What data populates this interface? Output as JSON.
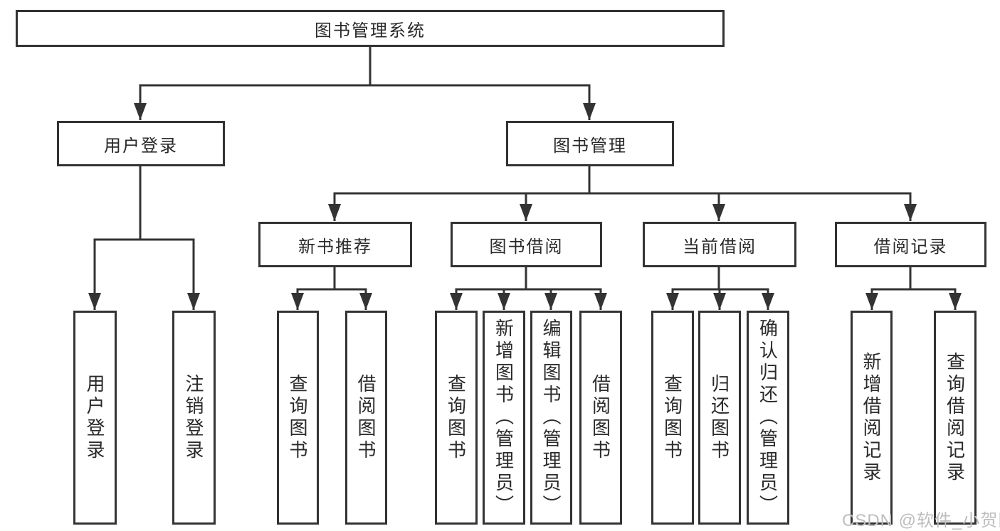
{
  "colors": {
    "line": "#333333",
    "box_border": "#333333",
    "text": "#2a2a2a",
    "watermark": "#bdbdbd",
    "background": "#ffffff"
  },
  "diagram": {
    "root": {
      "label": "图书管理系统"
    },
    "user_login": {
      "label": "用户登录",
      "children": [
        "用户登录",
        "注销登录"
      ]
    },
    "book_management": {
      "label": "图书管理",
      "sections": [
        {
          "label": "新书推荐",
          "children": [
            "查询图书",
            "借阅图书"
          ]
        },
        {
          "label": "图书借阅",
          "children": [
            "查询图书",
            "新增图书（管理员）",
            "编辑图书（管理员）",
            "借阅图书"
          ]
        },
        {
          "label": "当前借阅",
          "children": [
            "查询图书",
            "归还图书",
            "确认归还（管理员）"
          ]
        },
        {
          "label": "借阅记录",
          "children": [
            "新增借阅记录",
            "查询借阅记录"
          ]
        }
      ]
    }
  },
  "watermark": {
    "text": "CSDN @软件_小贺同学"
  }
}
